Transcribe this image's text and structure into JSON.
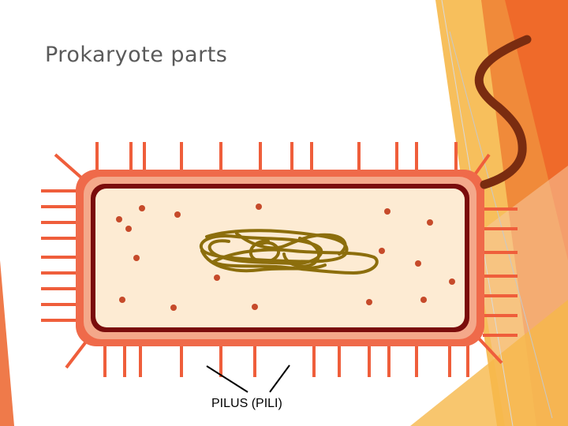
{
  "slide": {
    "title": "Prokaryote parts",
    "labels": [
      {
        "id": "pilus",
        "text": "PILUS (PILI)"
      }
    ]
  },
  "colors": {
    "title_text": "#5a5a5a",
    "cell_wall": "#ef6a4a",
    "cell_membrane": "#7a0c0c",
    "cytoplasm": "#fdebd3",
    "pili": "#ef5e3b",
    "nucleoid_dna": "#8c6e0c",
    "ribosome": "#c64a2a",
    "flagellum": "#7a2c10",
    "accent_orange": "#f08a3a",
    "accent_yellow": "#f6b84a"
  },
  "icons": [
    "bacterium-cell",
    "flagellum",
    "nucleoid",
    "ribosome",
    "pilus"
  ]
}
